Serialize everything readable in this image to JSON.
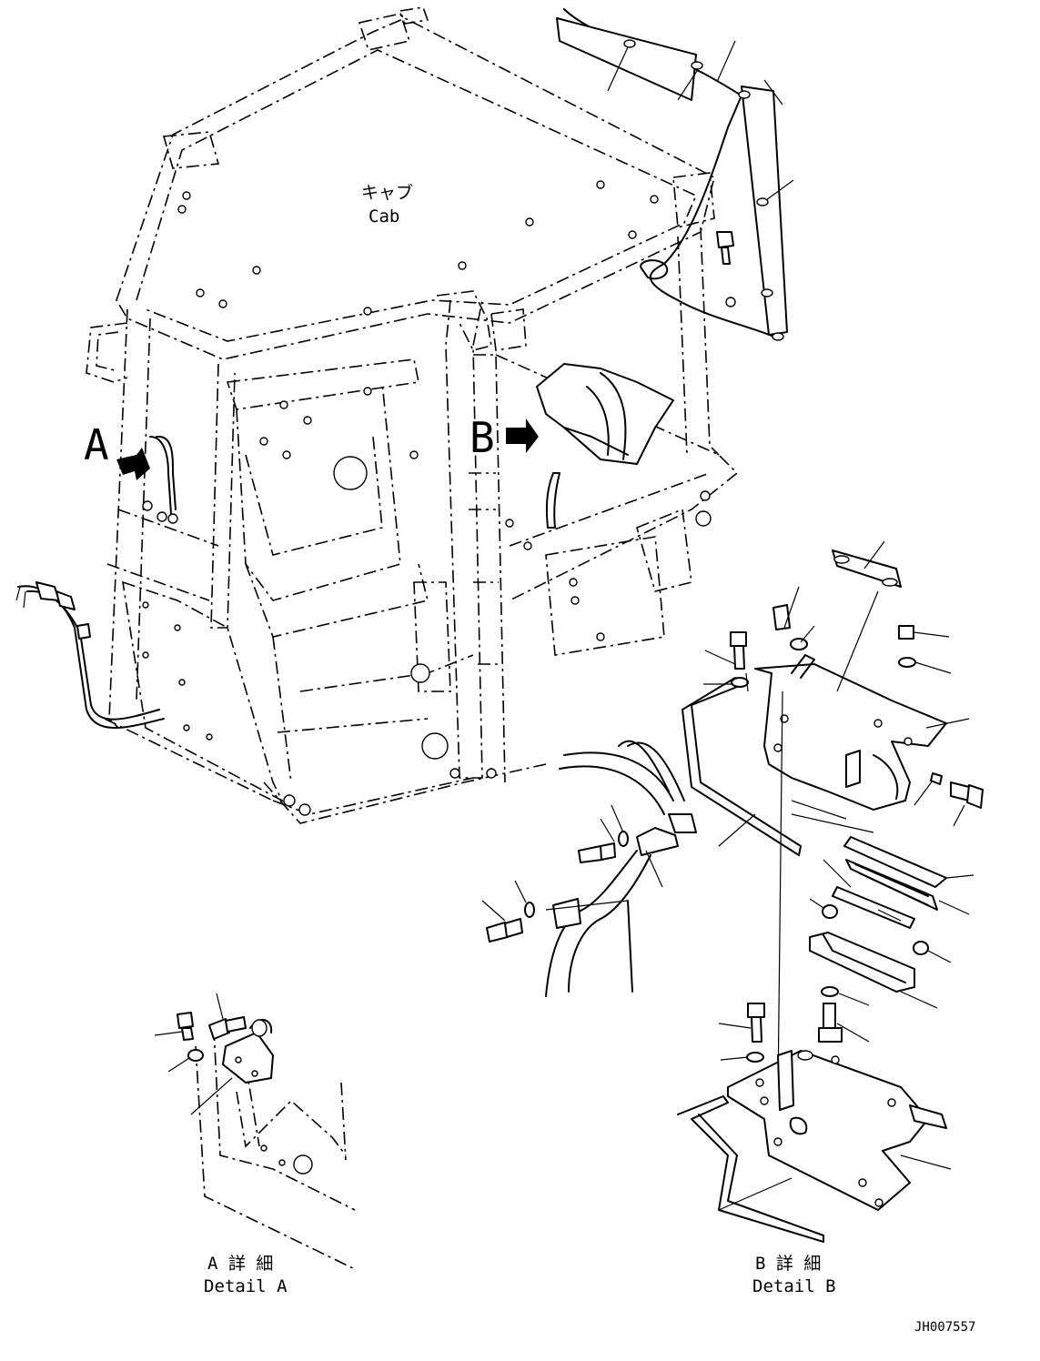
{
  "cab_label": {
    "jp": "キャブ",
    "en": "Cab"
  },
  "callouts": {
    "a": "A",
    "b": "B"
  },
  "detail_a": {
    "jp": "A 詳 細",
    "en": "Detail A"
  },
  "detail_b": {
    "jp": "B 詳 細",
    "en": "Detail B"
  },
  "drawing_number": "JH007557",
  "colors": {
    "line": "#000000",
    "background": "#ffffff"
  }
}
